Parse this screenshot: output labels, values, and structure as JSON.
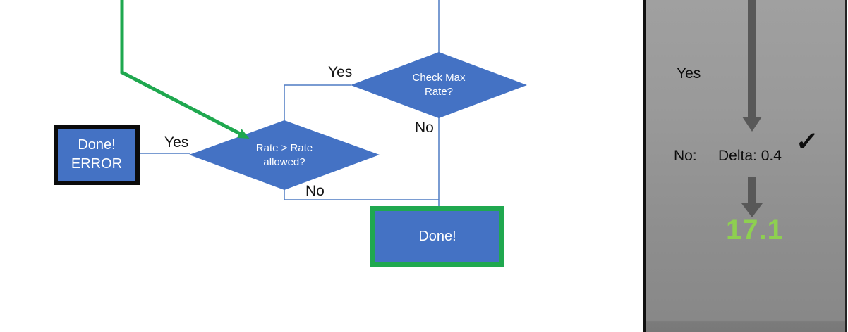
{
  "flowchart": {
    "decision_check_max": {
      "line1": "Check Max",
      "line2": "Rate?"
    },
    "decision_rate_allowed": {
      "line1": "Rate > Rate",
      "line2": "allowed?"
    },
    "box_done_error": {
      "line1": "Done!",
      "line2": "ERROR"
    },
    "box_done": {
      "label": "Done!"
    },
    "labels": {
      "check_max_yes": "Yes",
      "check_max_no": "No",
      "rate_allowed_yes": "Yes",
      "rate_allowed_no": "No"
    }
  },
  "side_panel": {
    "yes_label": "Yes",
    "no_label": "No:",
    "delta_text": "Delta: 0.4",
    "checkmark": "✓",
    "result_value": "17.1"
  },
  "colors": {
    "node_fill": "#4472c4",
    "connector_blue": "#4f7cc4",
    "flow_green": "#1fa84f",
    "result_green": "#8ed050",
    "arrow_gray": "#585858"
  }
}
